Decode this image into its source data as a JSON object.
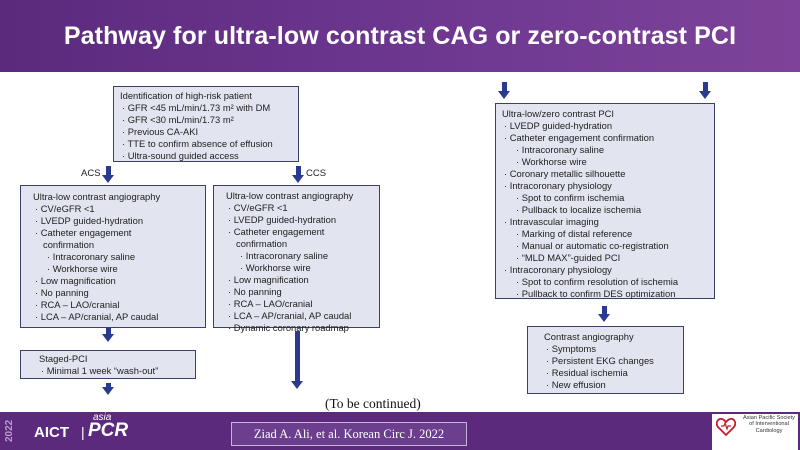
{
  "title": "Pathway for ultra-low contrast CAG or zero-contrast PCI",
  "identification_box": {
    "heading": "Identification of high-risk patient",
    "items": [
      "· GFR <45 mL/min/1.73 m² with DM",
      "· GFR <30 mL/min/1.73 m²",
      "· Previous CA-AKI",
      "· TTE to confirm absence of effusion",
      "· Ultra-sound guided access"
    ]
  },
  "branches": {
    "left": "ACS",
    "right": "CCS"
  },
  "acs_box": {
    "heading": "Ultra-low contrast angiography",
    "items": [
      {
        "text": "· CV/eGFR <1",
        "level": 1
      },
      {
        "text": "· LVEDP guided-hydration",
        "level": 1
      },
      {
        "text": "· Catheter engagement",
        "level": 1
      },
      {
        "text": "confirmation",
        "level": 3
      },
      {
        "text": "· Intracoronary saline",
        "level": 2
      },
      {
        "text": "· Workhorse wire",
        "level": 2
      },
      {
        "text": "· Low magnification",
        "level": 1
      },
      {
        "text": "· No panning",
        "level": 1
      },
      {
        "text": "· RCA – LAO/cranial",
        "level": 1
      },
      {
        "text": "· LCA – AP/cranial, AP caudal",
        "level": 1
      }
    ]
  },
  "staged_box": {
    "heading": "Staged-PCI",
    "items": [
      "· Minimal 1 week “wash-out”"
    ]
  },
  "ccs_box": {
    "heading": "Ultra-low contrast angiography",
    "items": [
      {
        "text": "· CV/eGFR <1",
        "level": 1
      },
      {
        "text": "· LVEDP guided-hydration",
        "level": 1
      },
      {
        "text": "· Catheter engagement",
        "level": 1
      },
      {
        "text": "confirmation",
        "level": 3
      },
      {
        "text": "· Intracoronary saline",
        "level": 2
      },
      {
        "text": "· Workhorse wire",
        "level": 2
      },
      {
        "text": "· Low magnification",
        "level": 1
      },
      {
        "text": "· No panning",
        "level": 1
      },
      {
        "text": "· RCA – LAO/cranial",
        "level": 1
      },
      {
        "text": "· LCA – AP/cranial, AP caudal",
        "level": 1
      },
      {
        "text": "· Dynamic coronary roadmap",
        "level": 1
      }
    ]
  },
  "pci_box": {
    "heading": "Ultra-low/zero contrast PCI",
    "items": [
      {
        "text": "· LVEDP guided-hydration",
        "level": 1
      },
      {
        "text": "· Catheter engagement confirmation",
        "level": 1
      },
      {
        "text": "· Intracoronary saline",
        "level": 2
      },
      {
        "text": "· Workhorse wire",
        "level": 2
      },
      {
        "text": "· Coronary metallic silhouette",
        "level": 1
      },
      {
        "text": "· Intracoronary physiology",
        "level": 1
      },
      {
        "text": "· Spot to confirm ischemia",
        "level": 2
      },
      {
        "text": "· Pullback to localize ischemia",
        "level": 2
      },
      {
        "text": "· Intravascular imaging",
        "level": 1
      },
      {
        "text": "· Marking of distal reference",
        "level": 2
      },
      {
        "text": "· Manual or automatic co-registration",
        "level": 2
      },
      {
        "text": "· “MLD MAX”-guided PCI",
        "level": 2
      },
      {
        "text": "· Intracoronary physiology",
        "level": 1
      },
      {
        "text": "· Spot to confirm resolution of ischemia",
        "level": 2
      },
      {
        "text": "· Pullback to confirm DES optimization",
        "level": 2
      }
    ]
  },
  "contrast_box": {
    "heading": "Contrast angiography",
    "items": [
      "· Symptoms",
      "· Persistent EKG changes",
      "· Residual ischemia",
      "· New effusion"
    ]
  },
  "continued": "(To be continued)",
  "citation": "Ziad A. Ali, et al.  Korean Circ J. 2022",
  "footer": {
    "year": "2022",
    "logo_aict": "AICT",
    "logo_asia": "asia",
    "logo_pcr": "PCR",
    "society": "Asian Pacific Society of Interventional Cardiology"
  },
  "colors": {
    "title_bar": "#5b2a7c",
    "box_fill": "#e2e5ef",
    "arrow": "#2a3a8f"
  }
}
